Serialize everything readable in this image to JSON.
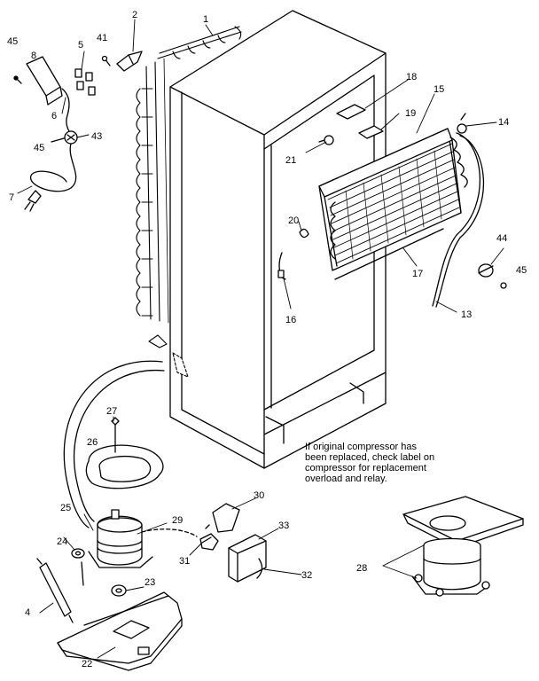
{
  "diagram": {
    "note_lines": [
      "If original compressor has",
      "been replaced, check label on",
      "compressor for replacement",
      "overload and relay."
    ],
    "labels": {
      "l1": "1",
      "l2": "2",
      "l4": "4",
      "l5": "5",
      "l6": "6",
      "l7": "7",
      "l8": "8",
      "l13": "13",
      "l14": "14",
      "l15": "15",
      "l16": "16",
      "l17": "17",
      "l18": "18",
      "l19": "19",
      "l20": "20",
      "l21": "21",
      "l22": "22",
      "l23": "23",
      "l24": "24",
      "l25": "25",
      "l26": "26",
      "l27": "27",
      "l28": "28",
      "l29": "29",
      "l30": "30",
      "l31": "31",
      "l32": "32",
      "l33": "33",
      "l41": "41",
      "l43": "43",
      "l44": "44",
      "l45a": "45",
      "l45b": "45",
      "l45c": "45"
    }
  }
}
